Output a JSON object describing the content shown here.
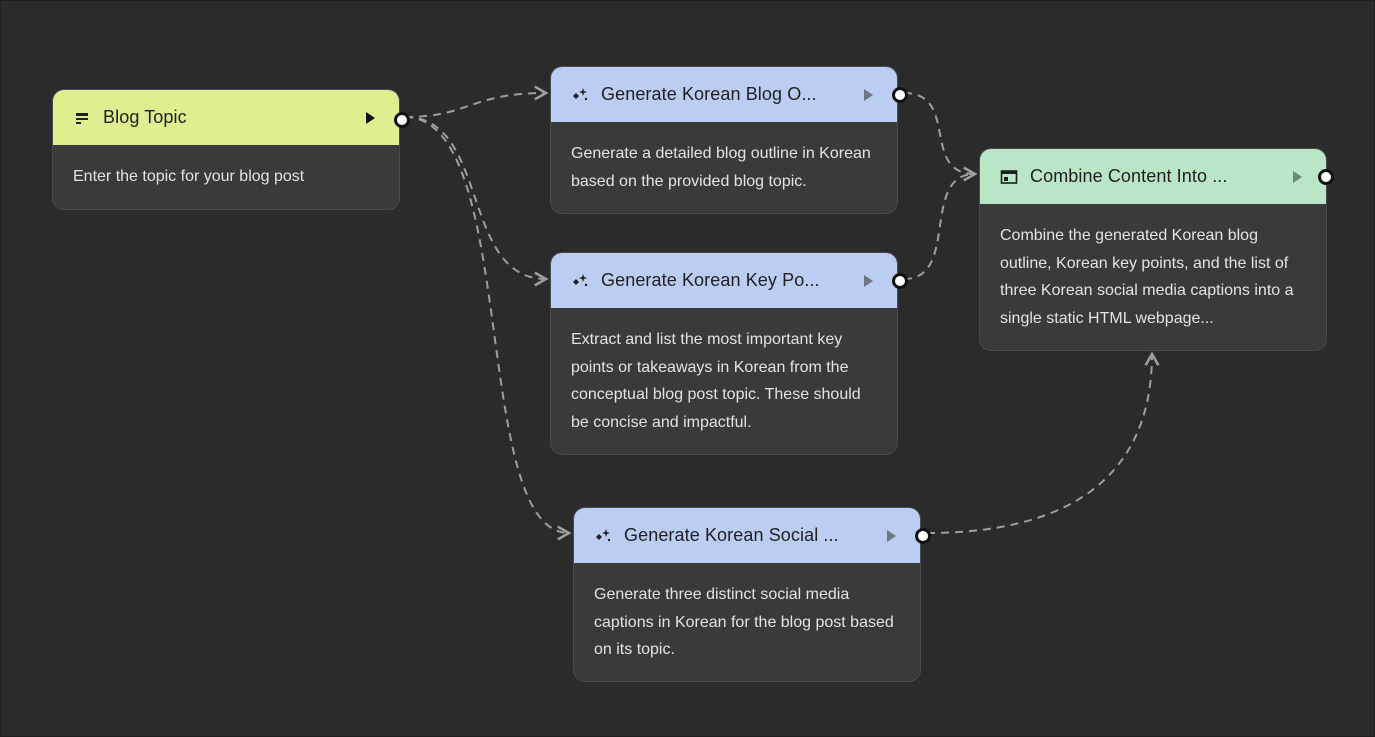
{
  "colors": {
    "input_header": "#dfee8e",
    "generate_header": "#bccdf4",
    "output_header": "#b8e6c6",
    "node_body": "#3a3a3a",
    "canvas": "#2b2b2b",
    "edge": "#9e9e9e"
  },
  "nodes": {
    "blog_topic": {
      "title": "Blog Topic",
      "description": "Enter the topic for your blog post",
      "icon": "input-text-icon"
    },
    "outline": {
      "title": "Generate Korean Blog O...",
      "description": "Generate a detailed blog outline in Korean based on the provided blog topic.",
      "icon": "sparkle-icon"
    },
    "key_points": {
      "title": "Generate Korean Key Po...",
      "description": "Extract and list the most important key points or takeaways in Korean from the conceptual blog post topic. These should be concise and impactful.",
      "icon": "sparkle-icon"
    },
    "social": {
      "title": "Generate Korean Social ...",
      "description": "Generate three distinct social media captions in Korean for the blog post based on its topic.",
      "icon": "sparkle-icon"
    },
    "combine": {
      "title": "Combine Content Into ...",
      "description": "Combine the generated Korean blog outline, Korean key points, and the list of three Korean social media captions into a single static HTML webpage...",
      "icon": "web-page-icon"
    }
  }
}
